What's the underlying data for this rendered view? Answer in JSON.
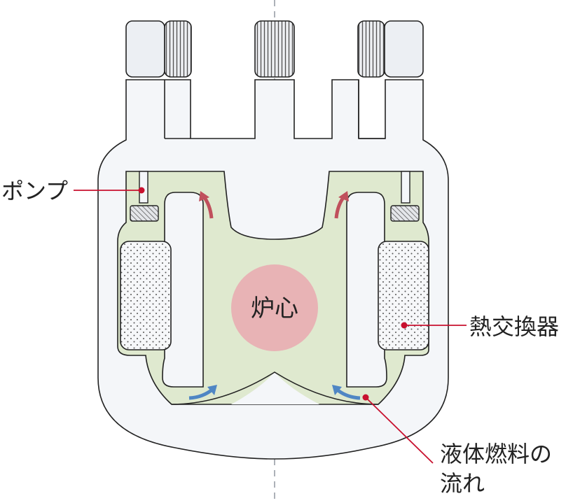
{
  "labels": {
    "pump": "ポンプ",
    "heat_exchanger": "熱交換器",
    "fuel_flow_line1": "液体燃料の",
    "fuel_flow_line2": "流れ",
    "core": "炉心"
  },
  "colors": {
    "vessel_fill": "#f4f6f9",
    "fuel_fill": "#dfe9cf",
    "core_fill": "#e8b3b5",
    "leader": "#c8102e",
    "arrow_up": "#c0505c",
    "arrow_flow": "#4f86c4",
    "outline": "#222222"
  },
  "icons": [
    "arrow-up-red-icon",
    "arrow-flow-blue-icon",
    "leader-dot-icon"
  ]
}
